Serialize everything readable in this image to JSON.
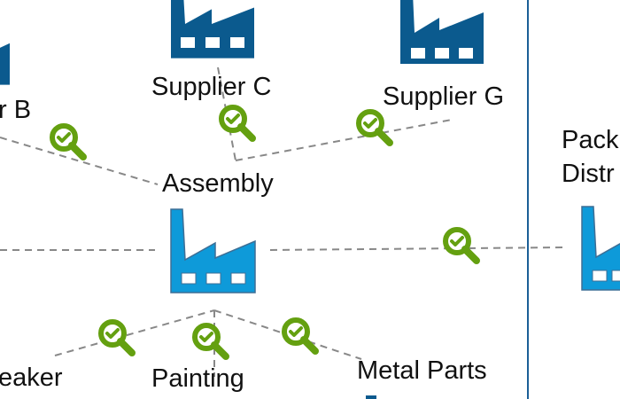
{
  "diagram": {
    "title": "Supply chain inspection map",
    "colors": {
      "supplier_factory": "#0b5a8e",
      "main_factory": "#0e9ad9",
      "main_factory_stroke": "#3d6e95",
      "inspection": "#64a010",
      "edge": "#888888",
      "divider": "#1b5f97",
      "text": "#111111"
    },
    "nodes": {
      "supplier_b": {
        "label": "Supplier B",
        "visible_label": "r B",
        "icon": "factory-icon"
      },
      "supplier_c": {
        "label": "Supplier C",
        "icon": "factory-icon"
      },
      "supplier_g": {
        "label": "Supplier G",
        "icon": "factory-icon"
      },
      "assembly": {
        "label": "Assembly",
        "icon": "factory-icon"
      },
      "painting": {
        "label": "Painting"
      },
      "metal_parts": {
        "label": "Metal Parts"
      },
      "breaker": {
        "label": "Breaker",
        "visible_label": "eaker"
      },
      "packaging": {
        "label_line1": "Pack",
        "label_line2": "Distr",
        "icon": "factory-icon"
      }
    },
    "edges": [
      {
        "from": "supplier_b",
        "to": "assembly",
        "inspection": true
      },
      {
        "from": "supplier_c",
        "to": "assembly",
        "inspection": true
      },
      {
        "from": "supplier_g",
        "to": "assembly",
        "inspection": true
      },
      {
        "from": "offscreen_left",
        "to": "assembly",
        "inspection": false
      },
      {
        "from": "assembly",
        "to": "packaging",
        "inspection": true
      },
      {
        "from": "breaker",
        "to": "assembly",
        "inspection": true
      },
      {
        "from": "painting",
        "to": "assembly",
        "inspection": true
      },
      {
        "from": "metal_parts",
        "to": "assembly",
        "inspection": true
      }
    ],
    "inspection_icon": "magnifier-check-icon"
  }
}
